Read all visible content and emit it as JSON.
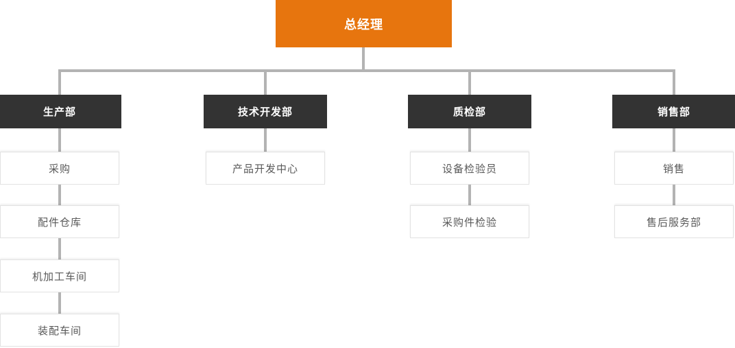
{
  "org_chart": {
    "type": "org-tree",
    "root": {
      "label": "总经理"
    },
    "departments": [
      {
        "label": "生产部",
        "children": [
          "采购",
          "配件仓库",
          "机加工车间",
          "装配车间"
        ]
      },
      {
        "label": "技术开发部",
        "children": [
          "产品开发中心"
        ]
      },
      {
        "label": "质检部",
        "children": [
          "设备检验员",
          "采购件检验"
        ]
      },
      {
        "label": "销售部",
        "children": [
          "销售",
          "售后服务部"
        ]
      }
    ]
  },
  "colors": {
    "root_bg": "#e7750e",
    "root_text": "#ffffff",
    "department_bg": "#333333",
    "department_text": "#ffffff",
    "connector": "#b3b3b3",
    "leaf_bg": "#ffffff",
    "leaf_border": "#e2e2e2",
    "leaf_text": "#595959",
    "page_bg": "#ffffff"
  }
}
